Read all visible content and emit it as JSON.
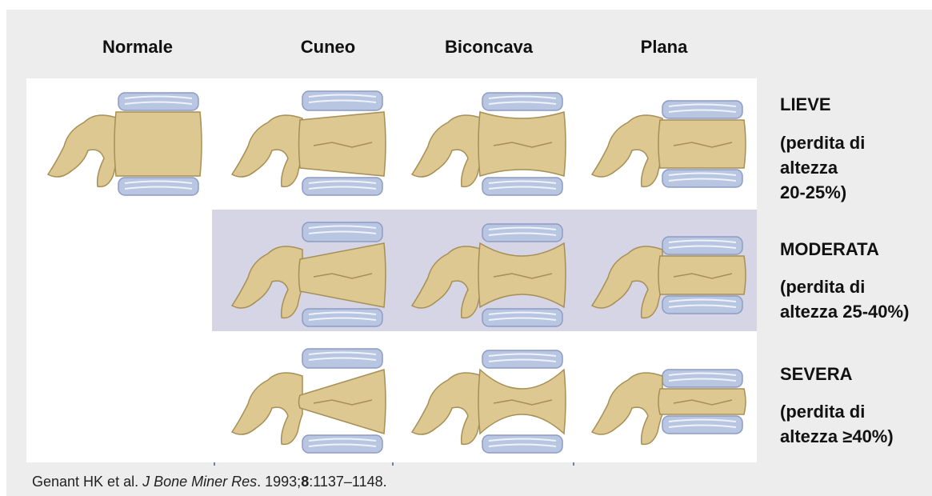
{
  "columns": [
    "Normale",
    "Cuneo",
    "Biconcava",
    "Plana"
  ],
  "grades": [
    {
      "name": "LIEVE",
      "desc": "(perdita di\naltezza\n20-25%)"
    },
    {
      "name": "MODERATA",
      "desc": "(perdita di\naltezza 25-40%)"
    },
    {
      "name": "SEVERA",
      "desc": "(perdita di\naltezza ≥40%)"
    }
  ],
  "citation": {
    "authors": "Genant HK et al. ",
    "journal": "J Bone Miner Res",
    "pre_volume": ". 1993;",
    "volume": "8",
    "pages": ":1137–1148."
  },
  "colors": {
    "bone": "#dcc890",
    "bone_dark": "#a78f55",
    "disc": "#b9c6e2",
    "highlight_row": "#d6d5e5"
  },
  "icons": {
    "vertebra": "vertebra-illustration"
  }
}
